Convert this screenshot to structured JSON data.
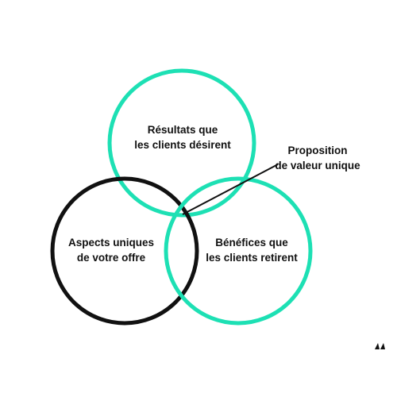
{
  "diagram": {
    "colors": {
      "accent": "#1de0b4",
      "dark": "#111111",
      "background": "#ffffff"
    },
    "circles": {
      "top": {
        "lines": [
          "Résultats que",
          "les clients désirent"
        ],
        "color": "#1de0b4"
      },
      "left": {
        "lines": [
          "Aspects uniques",
          "de votre offre"
        ],
        "color": "#111111"
      },
      "right": {
        "lines": [
          "Bénéfices que",
          "les clients retirent"
        ],
        "color": "#1de0b4"
      }
    },
    "callout": {
      "lines": [
        "Proposition",
        "de valeur unique"
      ]
    }
  }
}
